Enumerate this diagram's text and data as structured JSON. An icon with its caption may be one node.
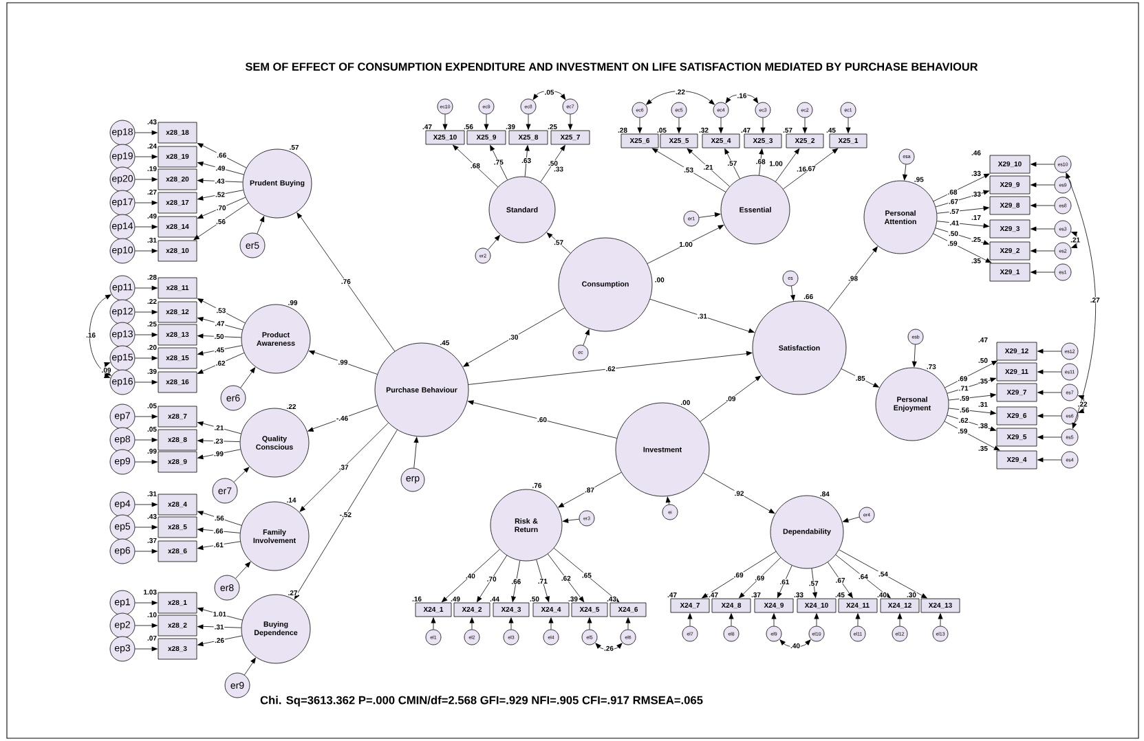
{
  "diagram": {
    "title": "SEM OF EFFECT OF CONSUMPTION EXPENDITURE AND INVESTMENT ON LIFE SATISFACTION MEDIATED BY PURCHASE BEHAVIOUR",
    "caption": "Chi. Sq=3613.362 P=.000 CMIN/df=2.568  GFI=.929 NFI=.905 CFI=.917 RMSEA=.065",
    "nodes": [
      {
        "text": [
          "Prudent Buying"
        ],
        "beside": [
          ".57"
        ]
      },
      {
        "text": [
          "er5"
        ]
      },
      {
        "text": [
          "x28_18"
        ],
        "beside": [
          ".43"
        ]
      },
      {
        "text": [
          "x28_19"
        ],
        "beside": [
          ".24"
        ]
      },
      {
        "text": [
          "x28_20"
        ],
        "beside": [
          ".19"
        ]
      },
      {
        "text": [
          "x28_17"
        ],
        "beside": [
          ".27"
        ]
      },
      {
        "text": [
          "x28_14"
        ],
        "beside": [
          ".49"
        ]
      },
      {
        "text": [
          "x28_10"
        ],
        "beside": [
          ".31"
        ]
      },
      {
        "text": [
          "ep18"
        ]
      },
      {
        "text": [
          "ep19"
        ]
      },
      {
        "text": [
          "ep20"
        ]
      },
      {
        "text": [
          "ep17"
        ]
      },
      {
        "text": [
          "ep14"
        ]
      },
      {
        "text": [
          "ep10"
        ]
      },
      {
        "text": [
          "Product Awareness"
        ],
        "beside": [
          ".99"
        ]
      },
      {
        "text": [
          "er6"
        ]
      },
      {
        "text": [
          "x28_11"
        ],
        "beside": [
          ".28"
        ]
      },
      {
        "text": [
          "x28_12"
        ],
        "beside": [
          ".22"
        ]
      },
      {
        "text": [
          "x28_13"
        ],
        "beside": [
          ".25"
        ]
      },
      {
        "text": [
          "x28_15"
        ],
        "beside": [
          ".20"
        ]
      },
      {
        "text": [
          "x28_16"
        ],
        "beside": [
          ".39"
        ]
      },
      {
        "text": [
          "ep11"
        ]
      },
      {
        "text": [
          "ep12"
        ]
      },
      {
        "text": [
          "ep13"
        ]
      },
      {
        "text": [
          "ep15"
        ]
      },
      {
        "text": [
          "ep16"
        ]
      },
      {
        "text": [
          "Quality Conscious"
        ],
        "beside": [
          ".22"
        ]
      },
      {
        "text": [
          "er7"
        ]
      },
      {
        "text": [
          "x28_7"
        ],
        "beside": [
          ".05"
        ]
      },
      {
        "text": [
          "x28_8"
        ],
        "beside": [
          ".05"
        ]
      },
      {
        "text": [
          "x28_9"
        ],
        "beside": [
          ".99"
        ]
      },
      {
        "text": [
          "ep7"
        ]
      },
      {
        "text": [
          "ep8"
        ]
      },
      {
        "text": [
          "ep9"
        ]
      },
      {
        "text": [
          "Family Involvement"
        ],
        "beside": [
          ".14"
        ]
      },
      {
        "text": [
          "er8"
        ]
      },
      {
        "text": [
          "x28_4"
        ],
        "beside": [
          ".31"
        ]
      },
      {
        "text": [
          "x28_5"
        ],
        "beside": [
          ".43"
        ]
      },
      {
        "text": [
          "x28_6"
        ],
        "beside": [
          ".37"
        ]
      },
      {
        "text": [
          "ep4"
        ]
      },
      {
        "text": [
          "ep5"
        ]
      },
      {
        "text": [
          "ep6"
        ]
      },
      {
        "text": [
          "Buying Dependence"
        ],
        "beside": [
          ".27"
        ]
      },
      {
        "text": [
          "er9"
        ]
      },
      {
        "text": [
          "x28_1"
        ],
        "beside": [
          "1.03"
        ]
      },
      {
        "text": [
          "x28_2"
        ],
        "beside": [
          ".10"
        ]
      },
      {
        "text": [
          "x28_3"
        ],
        "beside": [
          ".07"
        ]
      },
      {
        "text": [
          "ep1"
        ]
      },
      {
        "text": [
          "ep2"
        ]
      },
      {
        "text": [
          "ep3"
        ]
      },
      {
        "text": [
          "Purchase Behaviour"
        ],
        "beside": [
          ".45"
        ]
      },
      {
        "text": [
          "erp"
        ]
      },
      {
        "text": [
          "Standard"
        ]
      },
      {
        "text": [
          "er2"
        ]
      },
      {
        "text": [
          "X25_10"
        ],
        "beside": [
          ".47"
        ]
      },
      {
        "text": [
          "X25_9"
        ],
        "beside": [
          ".56"
        ]
      },
      {
        "text": [
          "X25_8"
        ],
        "beside": [
          ".39"
        ]
      },
      {
        "text": [
          "X25_7"
        ],
        "beside": [
          ".25"
        ]
      },
      {
        "text": [
          "ec10"
        ]
      },
      {
        "text": [
          "ec9"
        ]
      },
      {
        "text": [
          "ec8"
        ]
      },
      {
        "text": [
          "ec7"
        ]
      },
      {
        "text": [
          "Consumption"
        ],
        "beside": [
          ".00"
        ]
      },
      {
        "text": [
          "ec"
        ]
      },
      {
        "text": [
          "Essential"
        ]
      },
      {
        "text": [
          "er1"
        ]
      },
      {
        "text": [
          "X25_6"
        ],
        "beside": [
          ".28"
        ]
      },
      {
        "text": [
          "X25_5"
        ],
        "beside": [
          ".05"
        ]
      },
      {
        "text": [
          "X25_4"
        ],
        "beside": [
          ".32"
        ]
      },
      {
        "text": [
          "X25_3"
        ],
        "beside": [
          ".47"
        ]
      },
      {
        "text": [
          "X25_2"
        ],
        "beside": [
          ".57"
        ]
      },
      {
        "text": [
          "X25_1"
        ],
        "beside": [
          ".45"
        ]
      },
      {
        "text": [
          "ec6"
        ]
      },
      {
        "text": [
          "ec5"
        ]
      },
      {
        "text": [
          "ec4"
        ]
      },
      {
        "text": [
          "ec3"
        ]
      },
      {
        "text": [
          "ec2"
        ]
      },
      {
        "text": [
          "ec1"
        ]
      },
      {
        "text": [
          "Satisfaction"
        ],
        "beside": [
          ".66"
        ]
      },
      {
        "text": [
          "es"
        ]
      },
      {
        "text": [
          "Personal Attention"
        ],
        "beside": [
          ".95"
        ]
      },
      {
        "text": [
          "esa"
        ]
      },
      {
        "text": [
          "X29_10"
        ],
        "beside": [
          ".46"
        ]
      },
      {
        "text": [
          "X29_9"
        ],
        "beside": [
          ".33"
        ]
      },
      {
        "text": [
          "X29_8"
        ],
        "beside": [
          ".33"
        ]
      },
      {
        "text": [
          "X29_3"
        ],
        "beside": [
          ".17"
        ]
      },
      {
        "text": [
          "X29_2"
        ],
        "beside": [
          ".25"
        ]
      },
      {
        "text": [
          "X29_1"
        ],
        "beside": [
          ".35"
        ]
      },
      {
        "text": [
          "es10"
        ]
      },
      {
        "text": [
          "es9"
        ]
      },
      {
        "text": [
          "es8"
        ]
      },
      {
        "text": [
          "es3"
        ]
      },
      {
        "text": [
          "es2"
        ]
      },
      {
        "text": [
          "es1"
        ]
      },
      {
        "text": [
          "Personal Enjoyment"
        ],
        "beside": [
          ".73"
        ]
      },
      {
        "text": [
          "esb"
        ]
      },
      {
        "text": [
          "X29_12"
        ],
        "beside": [
          ".47"
        ]
      },
      {
        "text": [
          "X29_11"
        ],
        "beside": [
          ".50"
        ]
      },
      {
        "text": [
          "X29_7"
        ],
        "beside": [
          ".35"
        ]
      },
      {
        "text": [
          "X29_6"
        ],
        "beside": [
          ".31"
        ]
      },
      {
        "text": [
          "X29_5"
        ],
        "beside": [
          ".38"
        ]
      },
      {
        "text": [
          "X29_4"
        ],
        "beside": [
          ".35"
        ]
      },
      {
        "text": [
          "es12"
        ]
      },
      {
        "text": [
          "es11"
        ]
      },
      {
        "text": [
          "es7"
        ]
      },
      {
        "text": [
          "es6"
        ]
      },
      {
        "text": [
          "es5"
        ]
      },
      {
        "text": [
          "es4"
        ]
      },
      {
        "text": [
          "Investment"
        ],
        "beside": [
          ".00"
        ]
      },
      {
        "text": [
          "ei"
        ]
      },
      {
        "text": [
          "Risk & Return"
        ],
        "beside": [
          ".76"
        ]
      },
      {
        "text": [
          "er3"
        ]
      },
      {
        "text": [
          "X24_1"
        ],
        "beside": [
          ".16"
        ]
      },
      {
        "text": [
          "X24_2"
        ],
        "beside": [
          ".49"
        ]
      },
      {
        "text": [
          "X24_3"
        ],
        "beside": [
          ".44"
        ]
      },
      {
        "text": [
          "X24_4"
        ],
        "beside": [
          ".50"
        ]
      },
      {
        "text": [
          "X24_5"
        ],
        "beside": [
          ".39"
        ]
      },
      {
        "text": [
          "X24_6"
        ],
        "beside": [
          ".43"
        ]
      },
      {
        "text": [
          "el1"
        ]
      },
      {
        "text": [
          "el2"
        ]
      },
      {
        "text": [
          "el3"
        ]
      },
      {
        "text": [
          "el4"
        ]
      },
      {
        "text": [
          "el5"
        ]
      },
      {
        "text": [
          "el6"
        ]
      },
      {
        "text": [
          "Dependability"
        ],
        "beside": [
          ".84"
        ]
      },
      {
        "text": [
          "er4"
        ]
      },
      {
        "text": [
          "X24_7"
        ],
        "beside": [
          ".47"
        ]
      },
      {
        "text": [
          "X24_8"
        ],
        "beside": [
          ".47"
        ]
      },
      {
        "text": [
          "X24_9"
        ],
        "beside": [
          ".37"
        ]
      },
      {
        "text": [
          "X24_10"
        ],
        "beside": [
          ".33"
        ]
      },
      {
        "text": [
          "X24_11"
        ],
        "beside": [
          ".45"
        ]
      },
      {
        "text": [
          "X24_12"
        ],
        "beside": [
          ".40"
        ]
      },
      {
        "text": [
          "X24_13"
        ],
        "beside": [
          ".30"
        ]
      },
      {
        "text": [
          "el7"
        ]
      },
      {
        "text": [
          "el8"
        ]
      },
      {
        "text": [
          "el9"
        ]
      },
      {
        "text": [
          "el10"
        ]
      },
      {
        "text": [
          "el11"
        ]
      },
      {
        "text": [
          "el12"
        ]
      },
      {
        "text": [
          "el13"
        ]
      }
    ],
    "edges": [
      {
        "from": 1,
        "to": 0,
        "arrow": "to"
      },
      {
        "from": 0,
        "to": 2,
        "arrow": "to",
        "label": ".66"
      },
      {
        "from": 8,
        "to": 2,
        "arrow": "to"
      },
      {
        "from": 0,
        "to": 3,
        "arrow": "to",
        "label": ".49"
      },
      {
        "from": 9,
        "to": 3,
        "arrow": "to"
      },
      {
        "from": 0,
        "to": 4,
        "arrow": "to",
        "label": ".43"
      },
      {
        "from": 10,
        "to": 4,
        "arrow": "to"
      },
      {
        "from": 0,
        "to": 5,
        "arrow": "to",
        "label": ".52"
      },
      {
        "from": 11,
        "to": 5,
        "arrow": "to"
      },
      {
        "from": 0,
        "to": 6,
        "arrow": "to",
        "label": ".70"
      },
      {
        "from": 12,
        "to": 6,
        "arrow": "to"
      },
      {
        "from": 0,
        "to": 7,
        "arrow": "to",
        "label": ".56"
      },
      {
        "from": 13,
        "to": 7,
        "arrow": "to"
      },
      {
        "from": 15,
        "to": 14,
        "arrow": "to"
      },
      {
        "from": 14,
        "to": 16,
        "arrow": "to",
        "label": ".53"
      },
      {
        "from": 21,
        "to": 16,
        "arrow": "to"
      },
      {
        "from": 14,
        "to": 17,
        "arrow": "to",
        "label": ".47"
      },
      {
        "from": 22,
        "to": 17,
        "arrow": "to"
      },
      {
        "from": 14,
        "to": 18,
        "arrow": "to",
        "label": ".50"
      },
      {
        "from": 23,
        "to": 18,
        "arrow": "to"
      },
      {
        "from": 14,
        "to": 19,
        "arrow": "to",
        "label": ".45"
      },
      {
        "from": 24,
        "to": 19,
        "arrow": "to"
      },
      {
        "from": 14,
        "to": 20,
        "arrow": "to",
        "label": ".62"
      },
      {
        "from": 25,
        "to": 20,
        "arrow": "to"
      },
      {
        "from": 27,
        "to": 26,
        "arrow": "to"
      },
      {
        "from": 26,
        "to": 28,
        "arrow": "to",
        "label": ".21"
      },
      {
        "from": 31,
        "to": 28,
        "arrow": "to"
      },
      {
        "from": 26,
        "to": 29,
        "arrow": "to",
        "label": ".23"
      },
      {
        "from": 32,
        "to": 29,
        "arrow": "to"
      },
      {
        "from": 26,
        "to": 30,
        "arrow": "to",
        "label": ".99"
      },
      {
        "from": 33,
        "to": 30,
        "arrow": "to"
      },
      {
        "from": 35,
        "to": 34,
        "arrow": "to"
      },
      {
        "from": 34,
        "to": 36,
        "arrow": "to",
        "label": ".56"
      },
      {
        "from": 39,
        "to": 36,
        "arrow": "to"
      },
      {
        "from": 34,
        "to": 37,
        "arrow": "to",
        "label": ".66"
      },
      {
        "from": 40,
        "to": 37,
        "arrow": "to"
      },
      {
        "from": 34,
        "to": 38,
        "arrow": "to",
        "label": ".61"
      },
      {
        "from": 41,
        "to": 38,
        "arrow": "to"
      },
      {
        "from": 43,
        "to": 42,
        "arrow": "to"
      },
      {
        "from": 42,
        "to": 44,
        "arrow": "to",
        "label": "1.01"
      },
      {
        "from": 47,
        "to": 44,
        "arrow": "to"
      },
      {
        "from": 42,
        "to": 45,
        "arrow": "to",
        "label": ".31"
      },
      {
        "from": 48,
        "to": 45,
        "arrow": "to"
      },
      {
        "from": 42,
        "to": 46,
        "arrow": "to",
        "label": ".26"
      },
      {
        "from": 49,
        "to": 46,
        "arrow": "to"
      },
      {
        "from": 51,
        "to": 50,
        "arrow": "to"
      },
      {
        "from": 53,
        "to": 52,
        "arrow": "to"
      },
      {
        "from": 52,
        "to": 54,
        "arrow": "to",
        "label": ".68"
      },
      {
        "from": 58,
        "to": 54,
        "arrow": "to"
      },
      {
        "from": 52,
        "to": 55,
        "arrow": "to",
        "label": ".75"
      },
      {
        "from": 59,
        "to": 55,
        "arrow": "to"
      },
      {
        "from": 52,
        "to": 56,
        "arrow": "to",
        "label": ".63"
      },
      {
        "from": 60,
        "to": 56,
        "arrow": "to"
      },
      {
        "from": 52,
        "to": 57,
        "arrow": "to",
        "label": ".50"
      },
      {
        "from": 61,
        "to": 57,
        "arrow": "to"
      },
      {
        "from": 63,
        "to": 62,
        "arrow": "to"
      },
      {
        "from": 65,
        "to": 64,
        "arrow": "to"
      },
      {
        "from": 64,
        "to": 66,
        "arrow": "to",
        "label": ".53"
      },
      {
        "from": 72,
        "to": 66,
        "arrow": "to"
      },
      {
        "from": 64,
        "to": 67,
        "arrow": "to",
        "label": ".21"
      },
      {
        "from": 73,
        "to": 67,
        "arrow": "to"
      },
      {
        "from": 64,
        "to": 68,
        "arrow": "to",
        "label": ".57"
      },
      {
        "from": 74,
        "to": 68,
        "arrow": "to"
      },
      {
        "from": 64,
        "to": 69,
        "arrow": "to",
        "label": ".68"
      },
      {
        "from": 75,
        "to": 69,
        "arrow": "to"
      },
      {
        "from": 64,
        "to": 70,
        "arrow": "to"
      },
      {
        "from": 76,
        "to": 70,
        "arrow": "to"
      },
      {
        "from": 64,
        "to": 71,
        "arrow": "to",
        "label": ".67"
      },
      {
        "from": 77,
        "to": 71,
        "arrow": "to"
      },
      {
        "from": 79,
        "to": 78,
        "arrow": "to"
      },
      {
        "from": 81,
        "to": 80,
        "arrow": "to"
      },
      {
        "from": 80,
        "to": 82,
        "arrow": "to",
        "label": ".68"
      },
      {
        "from": 88,
        "to": 82,
        "arrow": "to"
      },
      {
        "from": 80,
        "to": 83,
        "arrow": "to",
        "label": ".67"
      },
      {
        "from": 89,
        "to": 83,
        "arrow": "to"
      },
      {
        "from": 80,
        "to": 84,
        "arrow": "to",
        "label": ".57"
      },
      {
        "from": 90,
        "to": 84,
        "arrow": "to"
      },
      {
        "from": 80,
        "to": 85,
        "arrow": "to",
        "label": ".41"
      },
      {
        "from": 91,
        "to": 85,
        "arrow": "to"
      },
      {
        "from": 80,
        "to": 86,
        "arrow": "to",
        "label": ".50"
      },
      {
        "from": 92,
        "to": 86,
        "arrow": "to"
      },
      {
        "from": 80,
        "to": 87,
        "arrow": "to",
        "label": ".59"
      },
      {
        "from": 93,
        "to": 87,
        "arrow": "to"
      },
      {
        "from": 95,
        "to": 94,
        "arrow": "to"
      },
      {
        "from": 94,
        "to": 96,
        "arrow": "to",
        "label": ".69"
      },
      {
        "from": 102,
        "to": 96,
        "arrow": "to"
      },
      {
        "from": 94,
        "to": 97,
        "arrow": "to",
        "label": ".71"
      },
      {
        "from": 103,
        "to": 97,
        "arrow": "to"
      },
      {
        "from": 94,
        "to": 98,
        "arrow": "to",
        "label": ".59"
      },
      {
        "from": 104,
        "to": 98,
        "arrow": "to"
      },
      {
        "from": 94,
        "to": 99,
        "arrow": "to",
        "label": ".56"
      },
      {
        "from": 105,
        "to": 99,
        "arrow": "to"
      },
      {
        "from": 94,
        "to": 100,
        "arrow": "to",
        "label": ".62"
      },
      {
        "from": 106,
        "to": 100,
        "arrow": "to"
      },
      {
        "from": 94,
        "to": 101,
        "arrow": "to",
        "label": ".59"
      },
      {
        "from": 107,
        "to": 101,
        "arrow": "to"
      },
      {
        "from": 109,
        "to": 108,
        "arrow": "to"
      },
      {
        "from": 111,
        "to": 110,
        "arrow": "to"
      },
      {
        "from": 110,
        "to": 112,
        "arrow": "to",
        "label": ".40"
      },
      {
        "from": 118,
        "to": 112,
        "arrow": "to"
      },
      {
        "from": 110,
        "to": 113,
        "arrow": "to",
        "label": ".70"
      },
      {
        "from": 119,
        "to": 113,
        "arrow": "to"
      },
      {
        "from": 110,
        "to": 114,
        "arrow": "to",
        "label": ".66"
      },
      {
        "from": 120,
        "to": 114,
        "arrow": "to"
      },
      {
        "from": 110,
        "to": 115,
        "arrow": "to",
        "label": ".71"
      },
      {
        "from": 121,
        "to": 115,
        "arrow": "to"
      },
      {
        "from": 110,
        "to": 116,
        "arrow": "to",
        "label": ".62"
      },
      {
        "from": 122,
        "to": 116,
        "arrow": "to"
      },
      {
        "from": 110,
        "to": 117,
        "arrow": "to",
        "label": ".65"
      },
      {
        "from": 123,
        "to": 117,
        "arrow": "to"
      },
      {
        "from": 125,
        "to": 124,
        "arrow": "to"
      },
      {
        "from": 124,
        "to": 126,
        "arrow": "to",
        "label": ".69"
      },
      {
        "from": 133,
        "to": 126,
        "arrow": "to"
      },
      {
        "from": 124,
        "to": 127,
        "arrow": "to",
        "label": ".69"
      },
      {
        "from": 134,
        "to": 127,
        "arrow": "to"
      },
      {
        "from": 124,
        "to": 128,
        "arrow": "to",
        "label": ".61"
      },
      {
        "from": 135,
        "to": 128,
        "arrow": "to"
      },
      {
        "from": 124,
        "to": 129,
        "arrow": "to",
        "label": ".57"
      },
      {
        "from": 136,
        "to": 129,
        "arrow": "to"
      },
      {
        "from": 124,
        "to": 130,
        "arrow": "to",
        "label": ".67"
      },
      {
        "from": 137,
        "to": 130,
        "arrow": "to"
      },
      {
        "from": 124,
        "to": 131,
        "arrow": "to",
        "label": ".64"
      },
      {
        "from": 138,
        "to": 131,
        "arrow": "to"
      },
      {
        "from": 124,
        "to": 132,
        "arrow": "to",
        "label": ".54"
      },
      {
        "from": 139,
        "to": 132,
        "arrow": "to"
      },
      {
        "from": 50,
        "to": 0,
        "arrow": "to",
        "label": ".76"
      },
      {
        "from": 50,
        "to": 14,
        "arrow": "to",
        "label": ".99"
      },
      {
        "from": 50,
        "to": 26,
        "arrow": "to",
        "label": "-.46"
      },
      {
        "from": 50,
        "to": 34,
        "arrow": "to",
        "label": ".37"
      },
      {
        "from": 50,
        "to": 42,
        "arrow": "to",
        "label": "-.52"
      },
      {
        "from": 62,
        "to": 52,
        "arrow": "to",
        "label": ".57"
      },
      {
        "from": 62,
        "to": 64,
        "arrow": "to",
        "label": "1.00"
      },
      {
        "from": 62,
        "to": 50,
        "arrow": "to",
        "label": ".30"
      },
      {
        "from": 62,
        "to": 78,
        "arrow": "to",
        "label": ".31"
      },
      {
        "from": 50,
        "to": 78,
        "arrow": "to",
        "label": ".62"
      },
      {
        "from": 108,
        "to": 50,
        "arrow": "to",
        "label": ".60"
      },
      {
        "from": 108,
        "to": 78,
        "arrow": "to",
        "label": ".09"
      },
      {
        "from": 108,
        "to": 110,
        "arrow": "to",
        "label": ".87"
      },
      {
        "from": 108,
        "to": 124,
        "arrow": "to",
        "label": ".92"
      },
      {
        "from": 78,
        "to": 80,
        "arrow": "to",
        "label": ".98"
      },
      {
        "from": 78,
        "to": 94,
        "arrow": "to",
        "label": ".85"
      },
      {
        "from": 21,
        "to": 25,
        "arrow": "both",
        "label": ".16"
      },
      {
        "from": 24,
        "to": 25,
        "arrow": "both",
        "label": ".09"
      },
      {
        "from": 60,
        "to": 61,
        "arrow": "both",
        "label": ".05"
      },
      {
        "from": 72,
        "to": 74,
        "arrow": "both",
        "label": ".22"
      },
      {
        "from": 74,
        "to": 75,
        "arrow": "both",
        "label": ".16"
      },
      {
        "from": 88,
        "to": 106,
        "arrow": "both",
        "label": ".27"
      },
      {
        "from": 91,
        "to": 92,
        "arrow": "both",
        "label": ".21"
      },
      {
        "from": 104,
        "to": 105,
        "arrow": "both",
        "label": ".22"
      },
      {
        "from": 122,
        "to": 123,
        "arrow": "both",
        "label": ".26"
      },
      {
        "from": 135,
        "to": 136,
        "arrow": "both",
        "label": ".40"
      }
    ],
    "labels": [
      ".33",
      "1.00",
      ".16"
    ]
  }
}
